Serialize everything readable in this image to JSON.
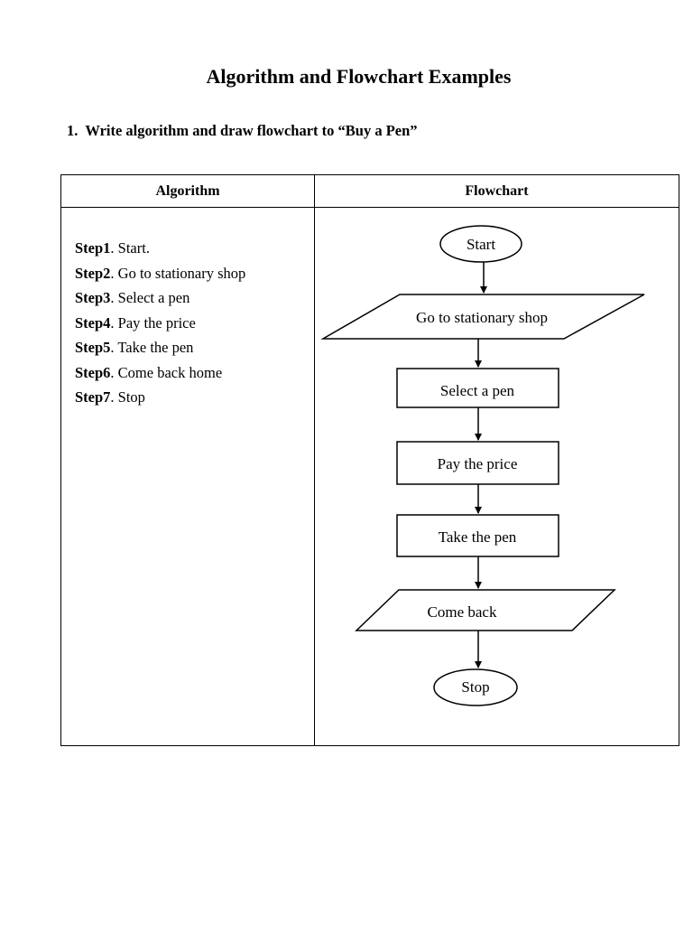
{
  "document": {
    "title": "Algorithm and Flowchart Examples",
    "question": {
      "number": "1.",
      "text": "Write algorithm and draw flowchart to “Buy a Pen”"
    }
  },
  "table": {
    "headers": {
      "algorithm": "Algorithm",
      "flowchart": "Flowchart"
    },
    "steps": [
      {
        "label": "Step1",
        "text": ".  Start."
      },
      {
        "label": "Step2",
        "text": ".  Go to stationary shop"
      },
      {
        "label": "Step3",
        "text": ".  Select a pen"
      },
      {
        "label": "Step4",
        "text": ".  Pay the price"
      },
      {
        "label": "Step5",
        "text": ".  Take the pen"
      },
      {
        "label": "Step6",
        "text": ".  Come back home"
      },
      {
        "label": "Step7",
        "text": ".  Stop"
      }
    ],
    "flowchart": {
      "nodes": [
        {
          "shape": "terminal",
          "text": "Start"
        },
        {
          "shape": "io",
          "text": "Go to stationary shop"
        },
        {
          "shape": "process",
          "text": "Select a pen"
        },
        {
          "shape": "process",
          "text": "Pay the price"
        },
        {
          "shape": "process",
          "text": "Take the pen"
        },
        {
          "shape": "io",
          "text": "Come back"
        },
        {
          "shape": "terminal",
          "text": "Stop"
        }
      ]
    }
  }
}
